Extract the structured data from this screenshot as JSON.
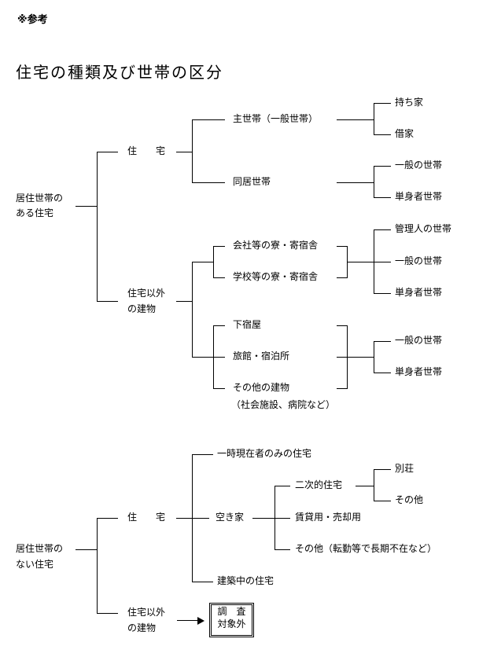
{
  "note": "※参考",
  "title": "住宅の種類及び世帯の区分",
  "section1": {
    "root": [
      "居住世帯の",
      "ある住宅"
    ],
    "housing": "住　　宅",
    "main_household": "主世帯（一般世帯）",
    "main_sub": [
      "持ち家",
      "借家"
    ],
    "cohabit": "同居世帯",
    "cohabit_sub": [
      "一般の世帯",
      "単身者世帯"
    ],
    "non_housing": [
      "住宅以外",
      "の建物"
    ],
    "dorm_group": [
      "会社等の寮・寄宿舎",
      "学校等の寮・寄宿舎"
    ],
    "dorm_sub": [
      "管理人の世帯",
      "一般の世帯",
      "単身者世帯"
    ],
    "lodging_group": [
      "下宿屋",
      "旅館・宿泊所",
      "その他の建物"
    ],
    "lodging_note": "（社会施設、病院など）",
    "lodging_sub": [
      "一般の世帯",
      "単身者世帯"
    ]
  },
  "section2": {
    "root": [
      "居住世帯の",
      "ない住宅"
    ],
    "housing": "住　　宅",
    "temporary": "一時現在者のみの住宅",
    "vacant": "空き家",
    "vacant_sub": [
      "二次的住宅",
      "賃貸用・売却用",
      "その他（転勤等で長期不在など）"
    ],
    "secondary_sub": [
      "別荘",
      "その他"
    ],
    "construction": "建築中の住宅",
    "non_housing": [
      "住宅以外",
      "の建物"
    ],
    "excluded": [
      "調　査",
      "対象外"
    ]
  }
}
